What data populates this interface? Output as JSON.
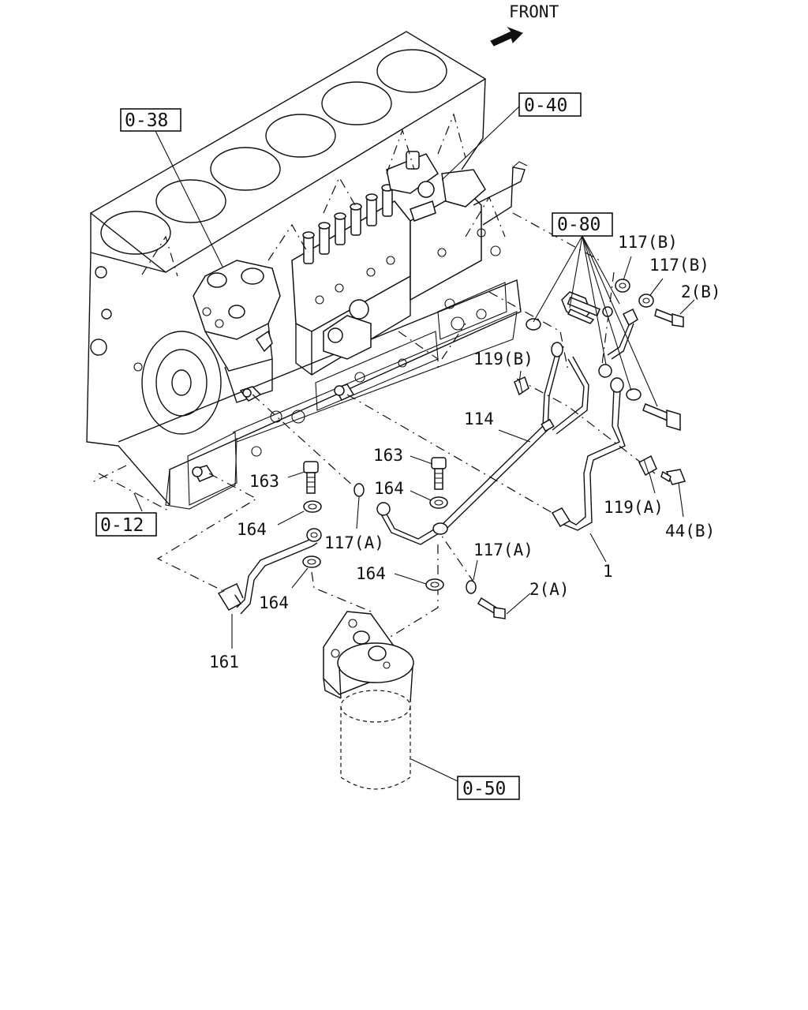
{
  "front_label": "FRONT",
  "references": {
    "ref_0_38": "0-38",
    "ref_0_40": "0-40",
    "ref_0_80": "0-80",
    "ref_0_12": "0-12",
    "ref_0_50": "0-50"
  },
  "callouts": {
    "c_117b_1": "117(B)",
    "c_117b_2": "117(B)",
    "c_2b": "2(B)",
    "c_119b": "119(B)",
    "c_114": "114",
    "c_163_a": "163",
    "c_163_b": "163",
    "c_164_a": "164",
    "c_164_b": "164",
    "c_164_c": "164",
    "c_164_d": "164",
    "c_117a_1": "117(A)",
    "c_117a_2": "117(A)",
    "c_2a": "2(A)",
    "c_119a": "119(A)",
    "c_44b": "44(B)",
    "c_1": "1",
    "c_161": "161"
  }
}
